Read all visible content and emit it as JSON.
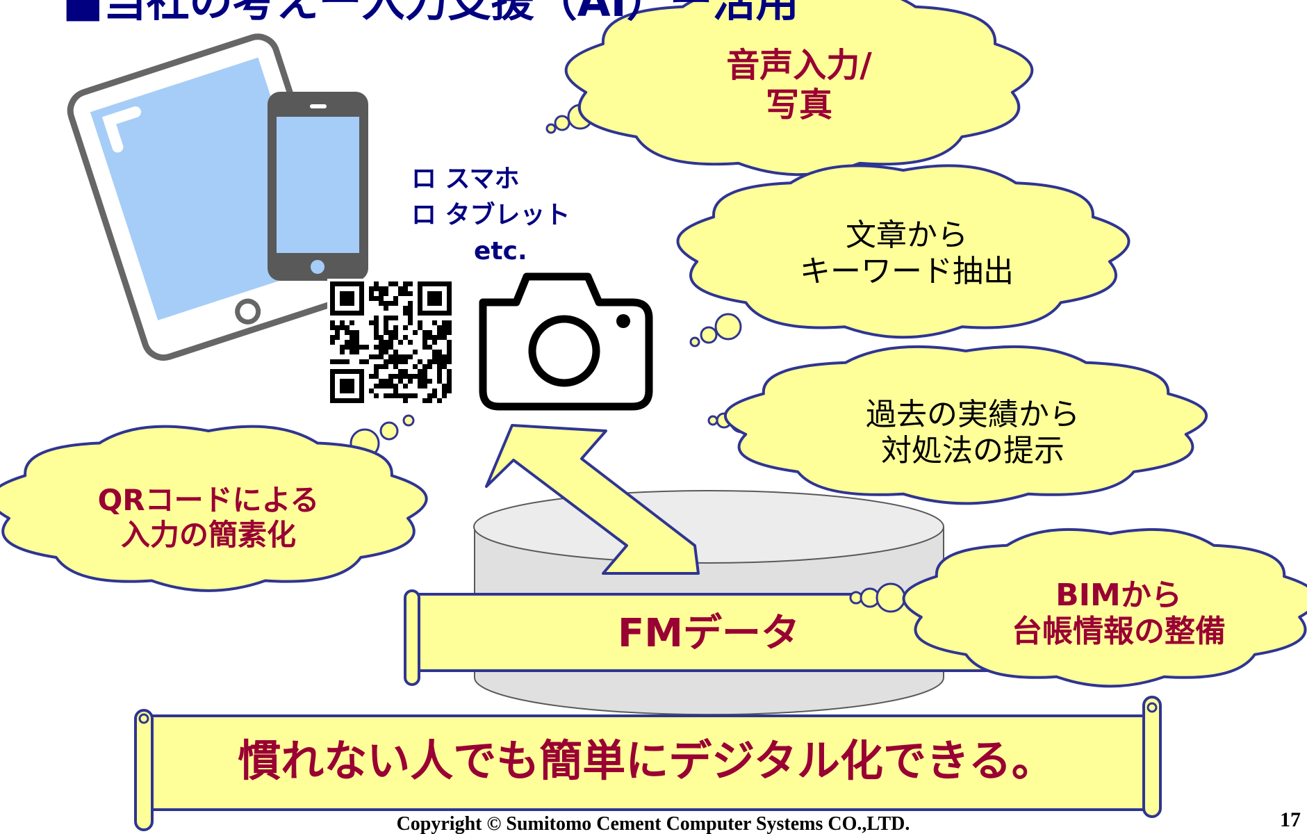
{
  "title": "■当社の考えー入力支援（AI）ー活用",
  "clouds": {
    "voice_photo": [
      "音声入力/",
      "写真"
    ],
    "keyword": [
      "文章から",
      "キーワード抽出"
    ],
    "past_results": [
      "過去の実績から",
      "対処法の提示"
    ],
    "qr_code": [
      "QRコードによる",
      "入力の簡素化"
    ],
    "bim": [
      "BIMから",
      "台帳情報の整備"
    ]
  },
  "devices": {
    "smartphone": "ロ スマホ",
    "tablet": "ロ タブレット",
    "etc": "etc."
  },
  "fm_data_label": "FMデータ",
  "conclusion": "慣れない人でも簡単にデジタル化できる。",
  "footer": {
    "copyright": "Copyright © Sumitomo Cement Computer Systems CO.,LTD.",
    "page_number": "17"
  },
  "colors": {
    "cloud_fill": "#ffff99",
    "cloud_stroke": "#2f3592",
    "emphasis_text": "#990033",
    "navy_text": "#000080",
    "scroll_fill": "#ffff99",
    "arrow_fill": "#ffff99",
    "disk_fill": "#e0e0e0",
    "device_gray": "#595959",
    "screen_blue": "#a6cdf7"
  },
  "icons": [
    "tablet-icon",
    "smartphone-icon",
    "qr-code-icon",
    "camera-icon",
    "double-arrow-icon",
    "database-cylinder-icon"
  ]
}
